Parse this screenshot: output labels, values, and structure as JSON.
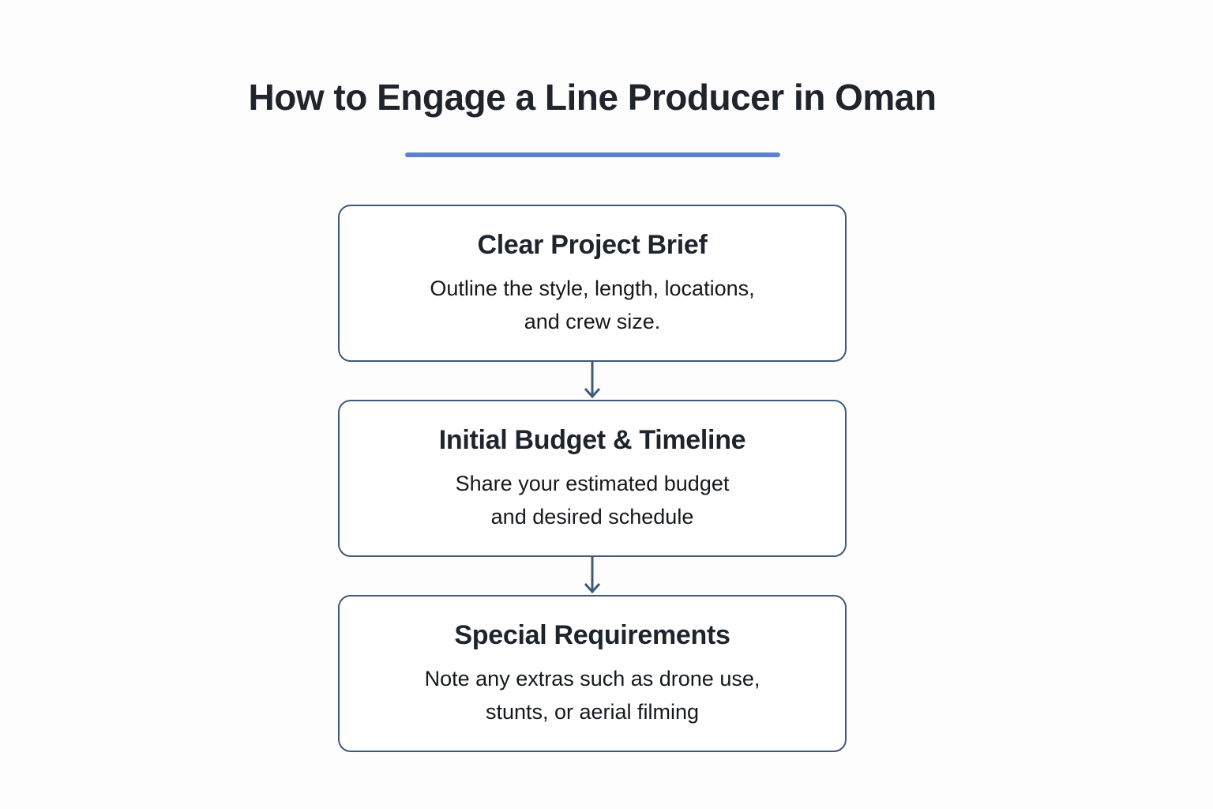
{
  "page": {
    "background_color": "#fdfdfd"
  },
  "header": {
    "title": "How to Engage a Line Producer in Oman",
    "underline_color": "#5b80d4"
  },
  "flowchart": {
    "border_color": "#3d5a78",
    "arrow_color": "#3d5a78",
    "steps": [
      {
        "heading": "Clear Project Brief",
        "desc_line1": "Outline the style, length, locations,",
        "desc_line2": "and crew size."
      },
      {
        "heading": "Initial Budget & Timeline",
        "desc_line1": "Share your estimated budget",
        "desc_line2": "and desired schedule"
      },
      {
        "heading": "Special Requirements",
        "desc_line1": "Note any extras such as drone use,",
        "desc_line2": "stunts, or aerial filming"
      }
    ]
  }
}
